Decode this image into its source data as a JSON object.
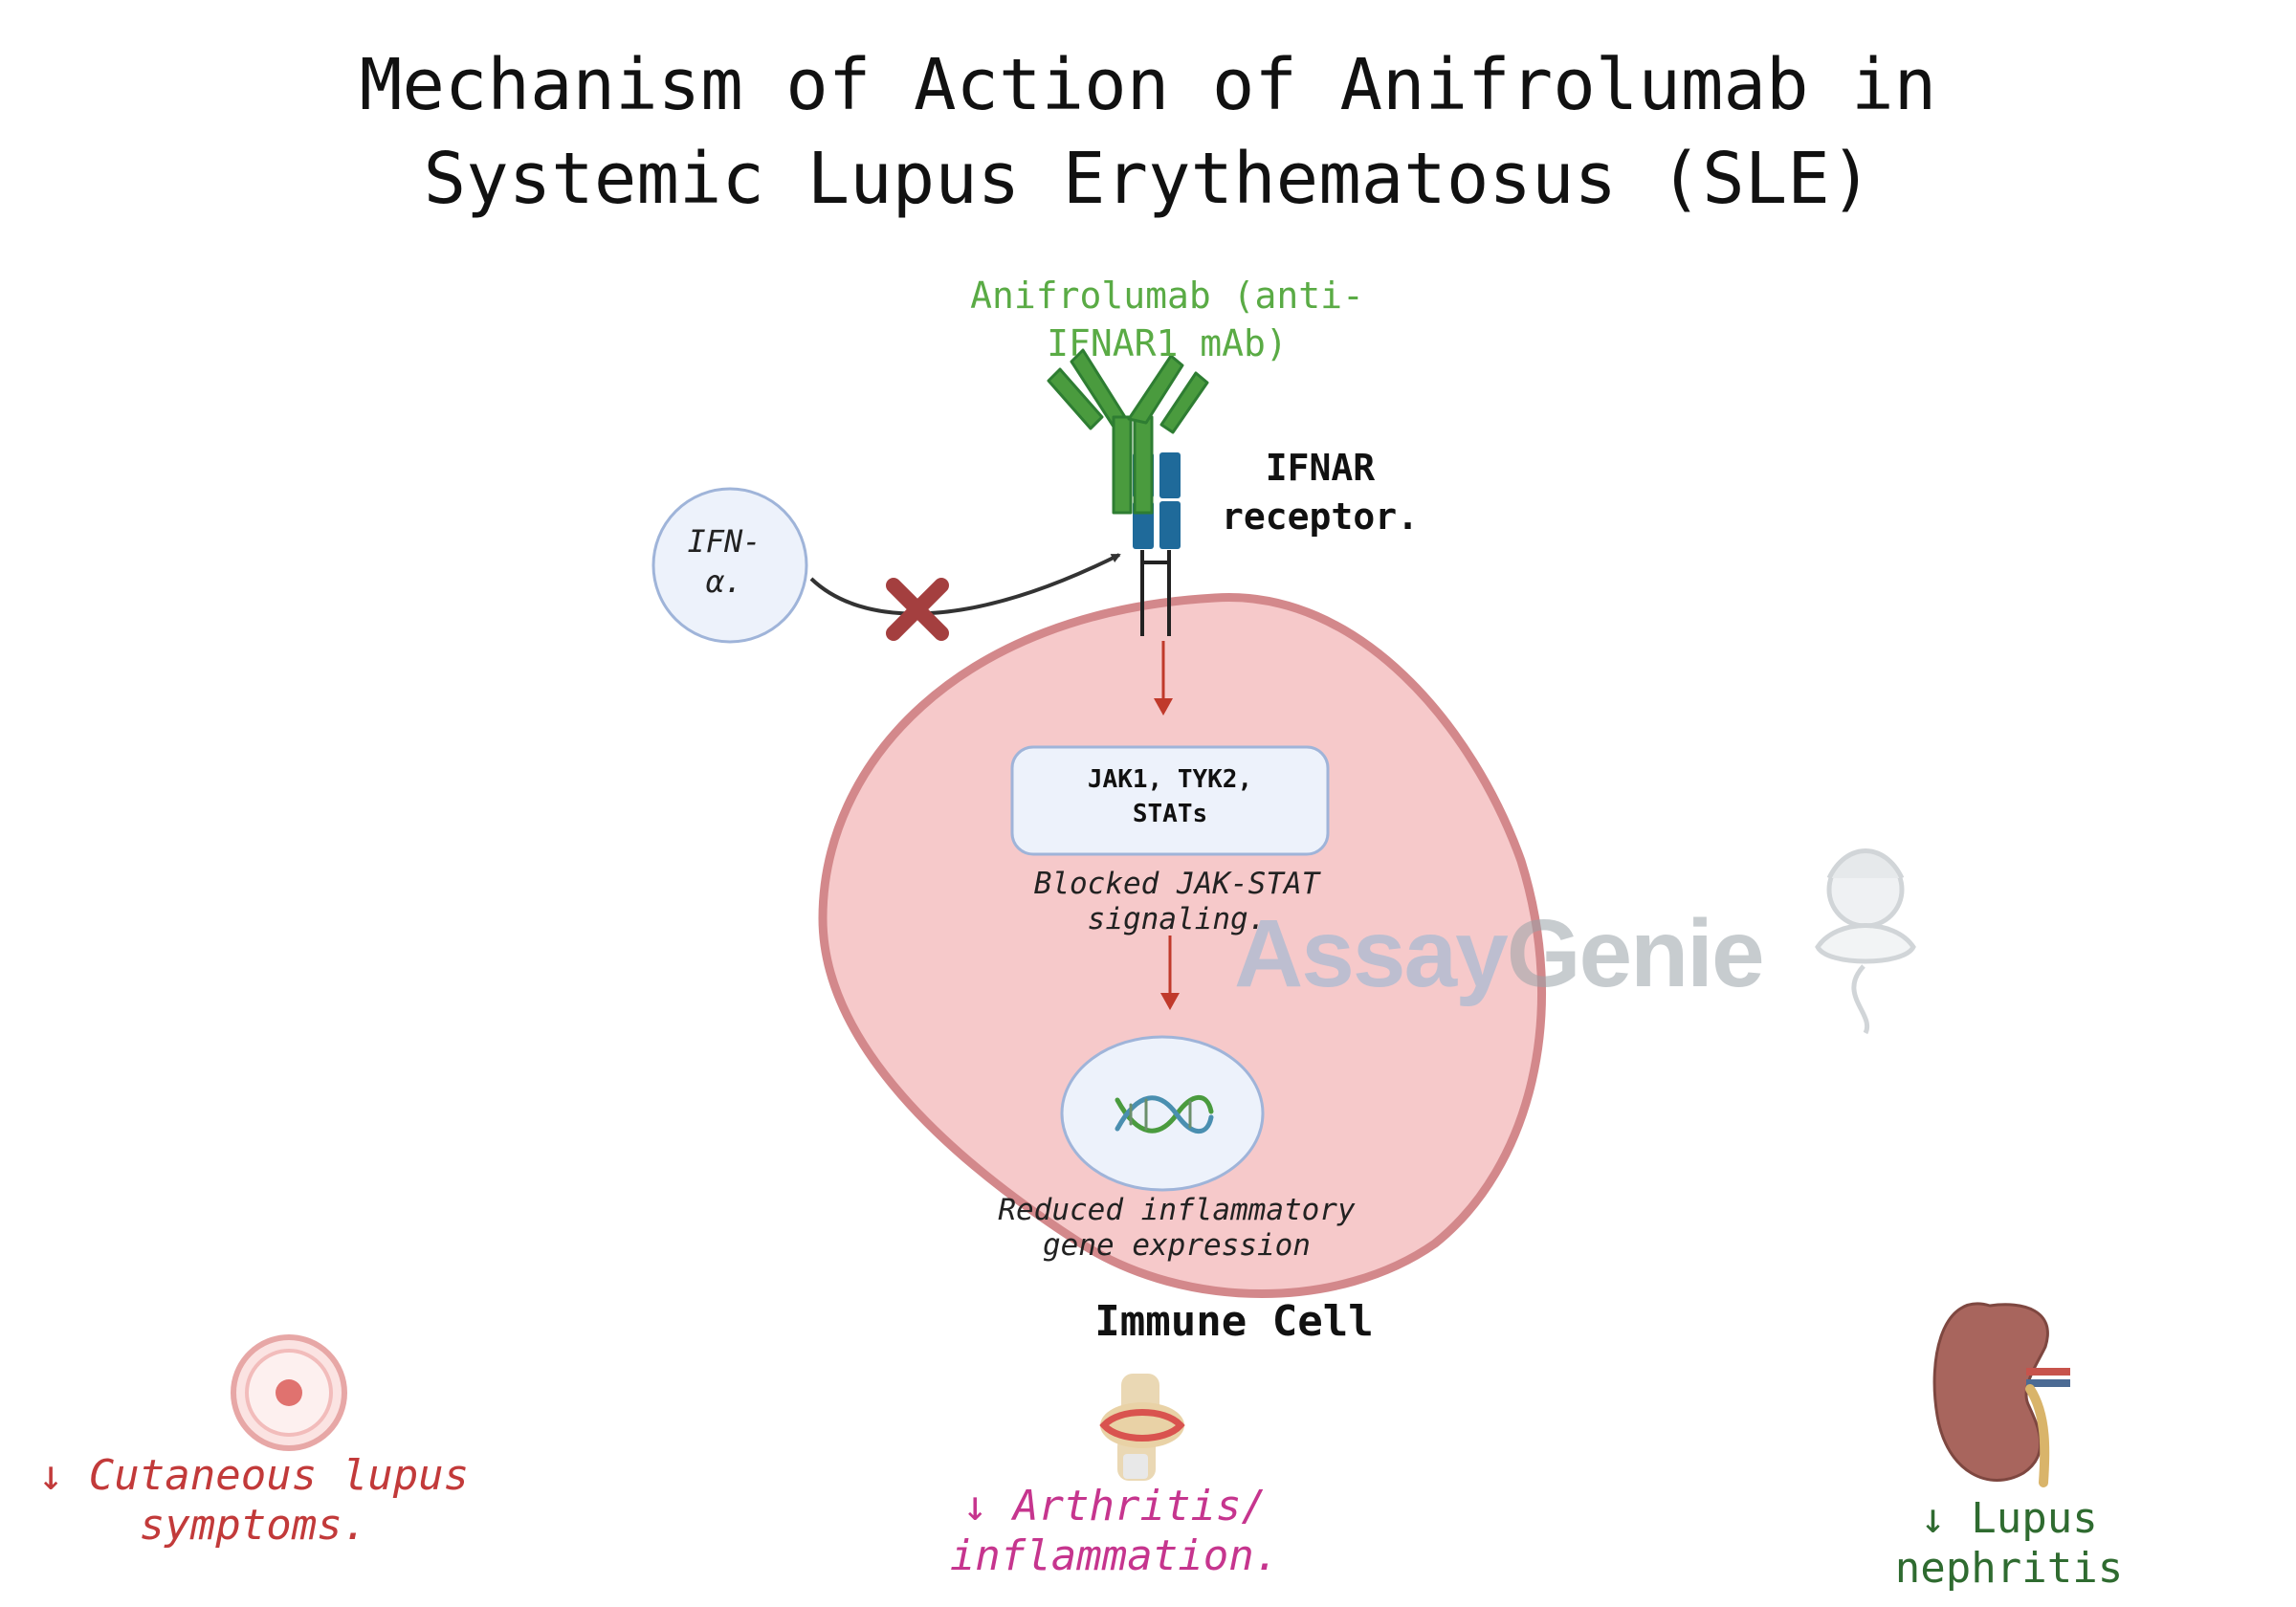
{
  "title": {
    "line1": "Mechanism of Action of Anifrolumab in",
    "line2": "Systemic Lupus Erythematosus (SLE)"
  },
  "antibody": {
    "label": "Anifrolumab (anti-\nIFNAR1 mAb)",
    "color": "#4a9b3e"
  },
  "receptor": {
    "label": "IFNAR\nreceptor.",
    "color": "#1f6a9a"
  },
  "ligand": {
    "label": "IFN-\nα.",
    "fill": "#edf2fb",
    "stroke": "#9fb4d9"
  },
  "signaling": {
    "box_label": "JAK1, TYK2,\nSTATs",
    "blocked_label": "Blocked JAK-STAT\nsignaling."
  },
  "nucleus": {
    "label": "Reduced inflammatory\ngene expression"
  },
  "cell": {
    "label": "Immune Cell",
    "fill": "#f6c9ca",
    "stroke": "#d3888b"
  },
  "outcomes": {
    "skin": "↓ Cutaneous lupus\nsymptoms.",
    "arthritis": "↓ Arthritis/\ninflammation.",
    "kidney": "↓ Lupus\nnephritis"
  },
  "icons": {
    "block": "red-x-icon",
    "dna": "dna-icon",
    "skin": "skin-lesion-icon",
    "joint": "knee-joint-icon",
    "kidney": "kidney-icon",
    "mascot": "genie-mascot-icon"
  },
  "watermark": {
    "part1": "Assay",
    "part2": "Genie"
  },
  "colors": {
    "arrow_red": "#c0392b",
    "block_x": "#a43f3f"
  }
}
